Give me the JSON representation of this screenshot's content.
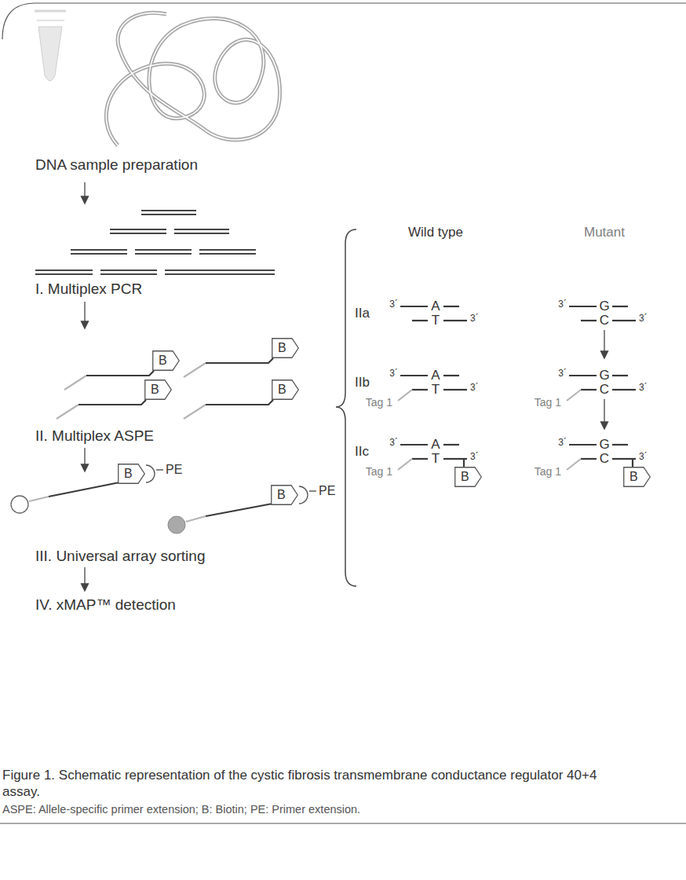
{
  "diagram": {
    "caption": "Figure 1. Schematic representation of the cystic fibrosis transmembrane conductance regulator 40+4 assay.",
    "nodes": [
      {
        "text": [
          "B"
        ]
      },
      {
        "text": [
          "B"
        ]
      },
      {
        "text": [
          "B"
        ]
      },
      {
        "text": [
          "B"
        ]
      },
      {
        "text": [
          "B"
        ]
      },
      {
        "text": [
          "B"
        ]
      },
      {
        "text": [
          "B"
        ]
      },
      {
        "text": [
          "B"
        ]
      }
    ],
    "labels": [
      "DNA sample preparation",
      "I. Multiplex PCR",
      "Wild type",
      "Mutant",
      "IIa",
      "3´",
      "A",
      "T",
      "3´",
      "3´",
      "G",
      "C",
      "3´",
      "IIb",
      "3´",
      "A",
      "T",
      "3´",
      "3´",
      "G",
      "C",
      "3´",
      "Tag 1",
      "Tag 1",
      "II. Multiplex ASPE",
      "IIc",
      "3´",
      "A",
      "T",
      "3´",
      "3´",
      "G",
      "C",
      "3´",
      "Tag 1",
      "Tag 1",
      "PE",
      "PE",
      "III. Universal array sorting",
      "IV. xMAP™ detection",
      "ASPE: Allele-specific primer extension; B: Biotin; PE: Primer extension."
    ]
  }
}
